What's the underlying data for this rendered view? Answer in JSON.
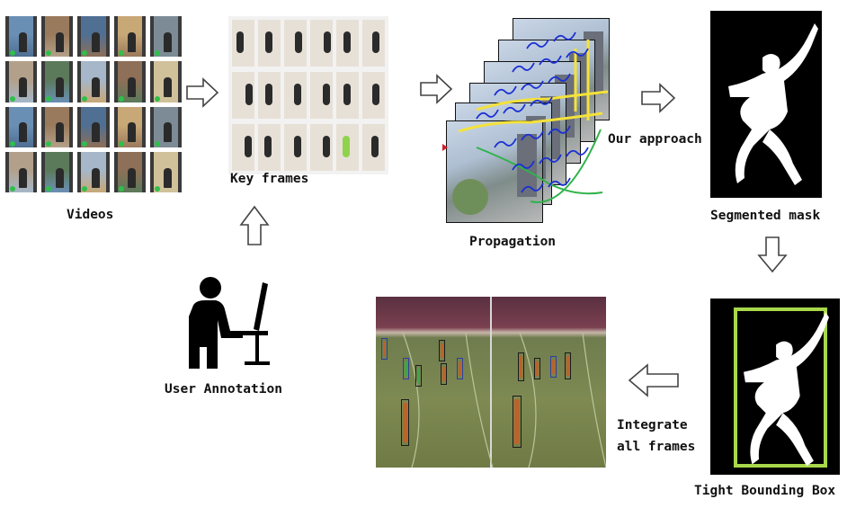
{
  "labels": {
    "videos": "Videos",
    "key_frames": "Key frames",
    "propagation": "Propagation",
    "our_approach": "Our approach",
    "segmented_mask": "Segmented mask",
    "tight_bounding_box": "Tight Bounding Box",
    "integrate_line1": "Integrate",
    "integrate_line2": "all frames",
    "user_annotation": "User Annotation"
  },
  "colors": {
    "bbox_green": "#a8d84a",
    "flow_blue": "#1b2fd6",
    "flow_green": "#2fb34a",
    "flow_yellow": "#f4e23a",
    "arrow_stroke": "#444444"
  },
  "thumb_palette": [
    "#6a8fb5",
    "#9a7a5c",
    "#4f6f93",
    "#c8a877",
    "#7c8b96",
    "#b3a08a",
    "#5b7a5a",
    "#a5b7c9",
    "#8e6f57",
    "#d1c19a"
  ]
}
